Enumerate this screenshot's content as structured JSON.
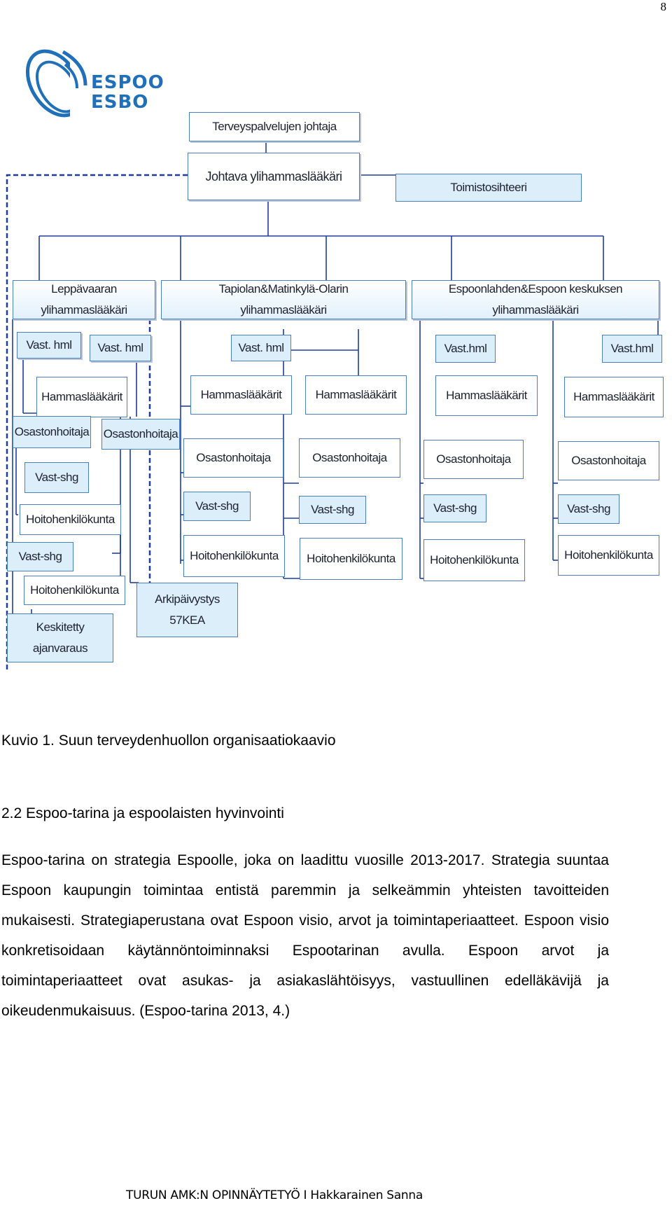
{
  "page_number": "8",
  "logo": {
    "line1": "ESPOO",
    "line2": "ESBO",
    "brand_color": "#1f6fb9"
  },
  "org_chart": {
    "director": "Terveyspalvelujen johtaja",
    "chief": "Johtava ylihammaslääkäri",
    "secretary": "Toimistosihteeri",
    "regions": {
      "leppavaara": {
        "line1": "Leppävaaran",
        "line2": "ylihammaslääkäri"
      },
      "tapiola": {
        "line1": "Tapiolan&Matinkylä-Olarin",
        "line2": "ylihammaslääkäri"
      },
      "espoonlahti": {
        "line1": "Espoonlahden&Espoon keskuksen",
        "line2": "ylihammaslääkäri"
      }
    },
    "labels": {
      "vast_hml_short": "Vast. hml",
      "vast_hml": "Vast.hml",
      "hammaslaakarit": "Hammaslääkärit",
      "osastonhoitaja": "Osastonhoitaja",
      "vast_shg": "Vast-shg",
      "hoitohenkilokunta": "Hoitohenkilökunta",
      "keskitetty_line1": "Keskitetty",
      "keskitetty_line2": "ajanvaraus",
      "arkipaivystys_line1": "Arkipäivystys",
      "arkipaivystys_line2": "57KEA"
    },
    "line_color": "#1f3e9e",
    "box_border_color": "#4a7fc0",
    "box_fill_color": "#ddeefb"
  },
  "caption": "Kuvio 1. Suun terveydenhuollon organisaatiokaavio",
  "section": {
    "number": "2.2",
    "title": "Espoo-tarina ja espoolaisten hyvinvointi"
  },
  "body_text": "Espoo-tarina on strategia Espoolle, joka on laadittu vuosille 2013-2017. Strate­gia suuntaa Espoon kaupungin toimintaa entistä paremmin ja selkeämmin yh­teisten tavoitteiden mukaisesti. Strategiaperustana ovat Espoon visio, arvot ja toimintaperiaatteet. Espoon visio konkretisoidaan käytännöntoiminnaksi Espoo­tarinan avulla. Espoon arvot ja toimintaperiaatteet ovat asukas- ja asiakasläh­töisyys, vastuullinen edelläkävijä ja oikeudenmukaisuus. (Espoo-tarina 2013, 4.)",
  "footer": "TURUN AMK:N OPINNÄYTETYÖ I Hakkarainen Sanna"
}
